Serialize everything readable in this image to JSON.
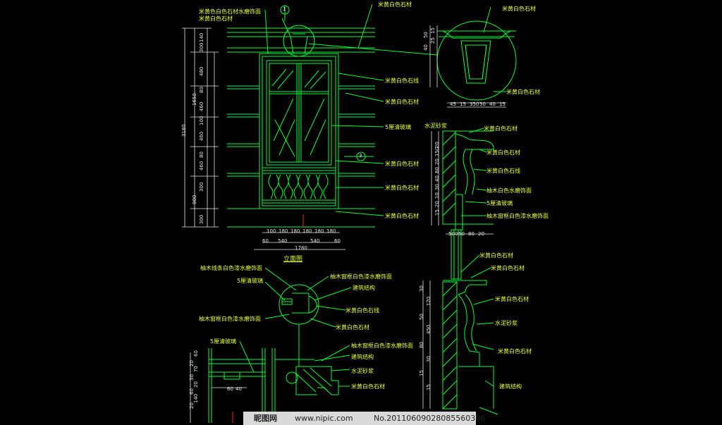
{
  "colors": {
    "line": "#00ff33",
    "text": "#e8ff3a",
    "dim": "#e6e6e6",
    "bg": "#000000"
  },
  "labels": {
    "l1": "米黄色白色石材水磨饰面",
    "l2": "米黄白色石材",
    "l3": "米黄白色石材",
    "l4": "米黄白色石材",
    "l5": "米黄白色石线",
    "l6": "米黄白色石材",
    "l7": "5厘清玻璃",
    "l8": "米黄白色石材",
    "l9": "米黄白色石材",
    "l10": "米黄白色石材",
    "l11": "米黄白色石材",
    "l12": "水泥砂浆",
    "l13": "米黄白色石材",
    "l14": "米黄白色石材",
    "l15": "米黄白色石线",
    "l16": "柚木白色水磨饰面",
    "l17": "5厘清玻璃",
    "l18": "柚木窗框白色漆水磨饰面",
    "l19": "米黄白色石材",
    "l20": "米黄白色石材",
    "l21": "米黄白色石材",
    "l22": "水泥砂浆",
    "l23": "米黄白色石材",
    "l24": "建筑结构",
    "l25": "柚木线条白色漆水磨饰面",
    "l26": "5厘清玻璃",
    "l27": "柚木窗框白色漆水磨饰面",
    "l28": "建筑结构",
    "l29": "米黄白色石线",
    "l30": "柚木窗框白色漆水磨饰面",
    "l31": "米黄白色石材",
    "l32": "5厘清玻璃",
    "l33": "柚木窗框白色漆水磨饰面",
    "l34": "建筑结构",
    "l35": "水泥砂浆",
    "l36": "米黄白色石材",
    "title": "立面图",
    "wm_brand": "昵图网",
    "wm_site": "www.nipic.com",
    "wm_no": "No.20110609028085560396",
    "d_top": "1",
    "d_side": "3"
  },
  "dims": {
    "left_col": [
      "140",
      "300",
      "480",
      "80",
      "460",
      "100",
      "460",
      "80",
      "460",
      "300",
      "300"
    ],
    "left_total": [
      "3180",
      "1650",
      "900"
    ],
    "bottom_row1": [
      "100",
      "180",
      "180",
      "180",
      "180",
      "180"
    ],
    "bottom_row2": [
      "60",
      "540",
      "540",
      "60"
    ],
    "bottom_total": "1780",
    "detail_top": [
      "40",
      "25",
      "50",
      "15"
    ],
    "detail_bottom": [
      "45",
      "15",
      "350",
      "50",
      "40",
      "15"
    ],
    "sec_left": [
      "20",
      "150",
      "20",
      "80",
      "40",
      "30",
      "10",
      "20",
      "15"
    ],
    "sec_mid": [
      "500",
      "50",
      "80",
      "20"
    ],
    "sec_low": [
      "30",
      "120",
      "50",
      "450",
      "80",
      "30",
      "15",
      "15"
    ],
    "det2_left": [
      "20",
      "30",
      "60",
      "20"
    ],
    "det2_mid": [
      "60",
      "40"
    ],
    "det2_v": [
      "60",
      "70",
      "20",
      "140"
    ]
  }
}
